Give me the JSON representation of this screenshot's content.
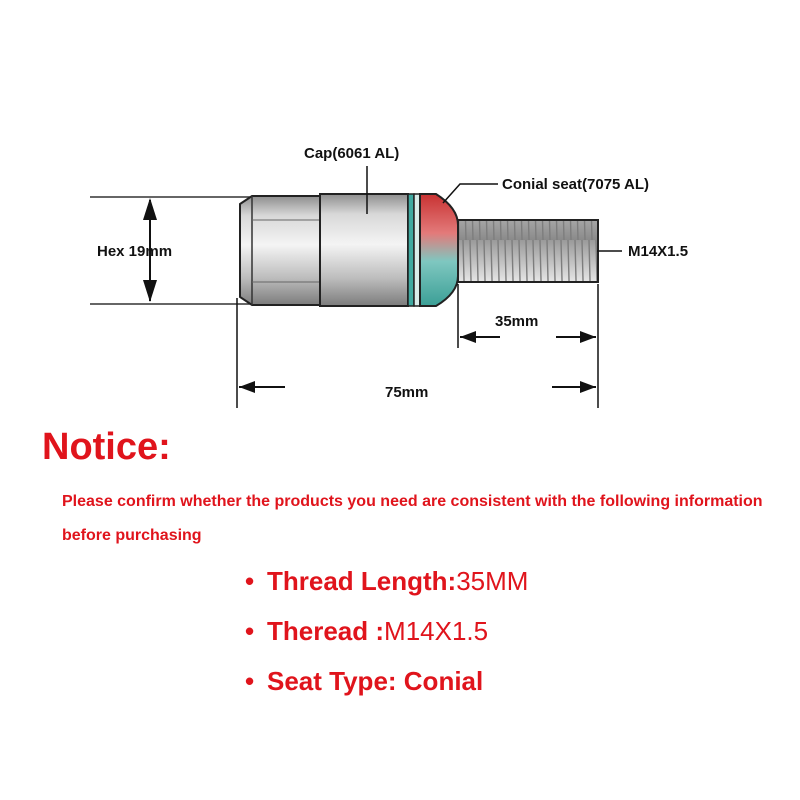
{
  "diagram": {
    "labels": {
      "cap": "Cap(6061 AL)",
      "conical_seat": "Conial seat(7075 AL)",
      "hex": "Hex 19mm",
      "thread_size": "M14X1.5",
      "thread_length": "35mm",
      "total_length": "75mm"
    }
  },
  "notice": {
    "title": "Notice:",
    "body": "Please confirm whether the products you need are consistent with the following information before purchasing"
  },
  "specs": [
    {
      "label": "Thread Length:",
      "value": "35MM"
    },
    {
      "label": "Theread :",
      "value": "M14X1.5"
    },
    {
      "label": "Seat Type: ",
      "value": "Conial"
    }
  ],
  "colors": {
    "accent": "#e0141c",
    "seat_red": "#d33a3a",
    "seat_teal": "#3fa9a0",
    "metal": "#c8c8c8"
  }
}
